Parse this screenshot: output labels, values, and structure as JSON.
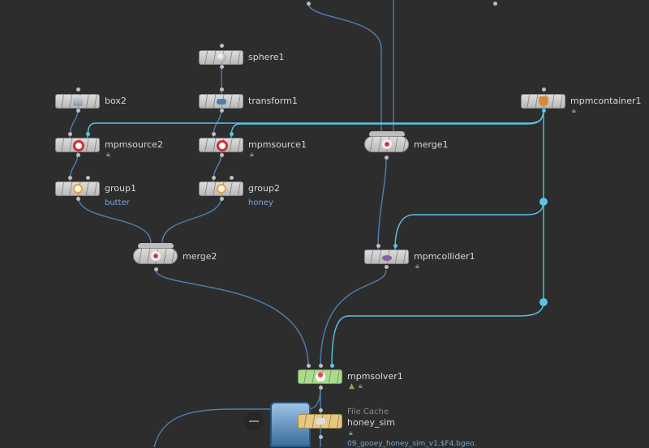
{
  "network": {
    "nodes": [
      {
        "id": "sphere1",
        "label": "sphere1",
        "icon": "sphere-icon"
      },
      {
        "id": "transform1",
        "label": "transform1",
        "icon": "transform-icon"
      },
      {
        "id": "box2",
        "label": "box2",
        "icon": "box-icon"
      },
      {
        "id": "mpmsource2",
        "label": "mpmsource2",
        "icon": "mpm-source-icon"
      },
      {
        "id": "mpmsource1",
        "label": "mpmsource1",
        "icon": "mpm-source-icon"
      },
      {
        "id": "group1",
        "label": "group1",
        "sublabel": "butter",
        "icon": "group-icon"
      },
      {
        "id": "group2",
        "label": "group2",
        "sublabel": "honey",
        "icon": "group-icon"
      },
      {
        "id": "merge1",
        "label": "merge1",
        "icon": "merge-icon"
      },
      {
        "id": "merge2",
        "label": "merge2",
        "icon": "merge-icon"
      },
      {
        "id": "mpmcontainer1",
        "label": "mpmcontainer1",
        "icon": "mpm-container-icon"
      },
      {
        "id": "mpmcollider1",
        "label": "mpmcollider1",
        "icon": "mpm-collider-icon"
      },
      {
        "id": "mpmsolver1",
        "label": "mpmsolver1",
        "icon": "mpm-solver-icon"
      },
      {
        "id": "honey_sim",
        "label": "honey_sim",
        "type_label": "File Cache",
        "file_path": "09_gooey_honey_sim_v1.$F4.bgeo.",
        "icon": "file-cache-icon"
      }
    ],
    "colors": {
      "background": "#2d2d2d",
      "wire": "#4f7fb3",
      "wire_highlight": "#5bc3e6",
      "solver_node": "#a8dc8c",
      "filecache_node": "#e6c97c",
      "sublabel": "#7aa7d8"
    }
  }
}
